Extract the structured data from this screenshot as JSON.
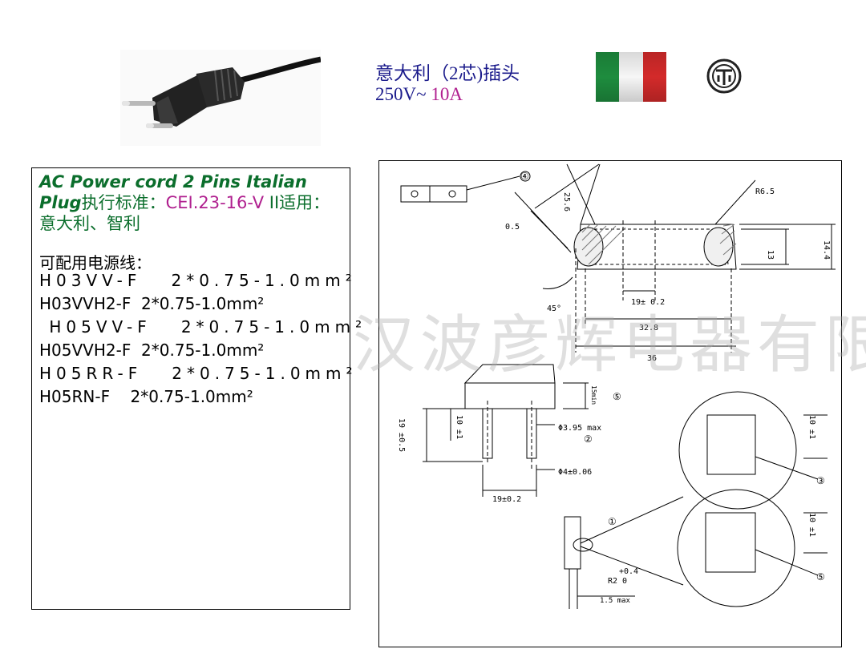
{
  "header": {
    "title": "意大利（2芯)插头",
    "voltage": "250V~",
    "current": "10A"
  },
  "flag": {
    "colors": [
      "#1e8c3e",
      "#ffffff",
      "#d32a2a"
    ]
  },
  "spec": {
    "title_en": "AC Power cord 2 Pins Italian Plug",
    "standard_label": "执行标准：",
    "standard_code": "CEI.23-16-V",
    "standard_suffix": " II适用：意大利、智利",
    "cords_heading": "可配用电源线：",
    "cords": [
      "H03VV-F   2*0.75-1.0mm²",
      "H03VVH2-F  2*0.75-1.0mm²",
      " H05VV-F   2*0.75-1.0mm²",
      "H05VVH2-F  2*0.75-1.0mm²",
      "H05RR-F   2*0.75-1.0mm²",
      "H05RN-F    2*0.75-1.0mm²"
    ]
  },
  "watermark": "汉波彦辉电器有限公司",
  "drawing": {
    "labels": {
      "d25_6": "25.6",
      "r6_5": "R6.5",
      "d0_5": "0.5",
      "d13": "13",
      "d14_4": "14.4",
      "d19": "19± 0.2",
      "d32_8": "32.8",
      "d36": "36",
      "a45": "45°",
      "d15min": "15min",
      "d19tol": "19 ±0.5",
      "d10a": "10 ±1",
      "dphi395": "Φ3.95 max",
      "dphi4": "Φ4±0.06",
      "d19b": "19±0.2",
      "d10b": "10 ±1",
      "d10c": "10 ±1",
      "d04": "+0.4",
      "r20": "R2 0",
      "d15max": "1.5 max",
      "n1": "①",
      "n2": "②",
      "n3": "③",
      "n4": "④",
      "n5a": "⑤",
      "n5b": "⑤"
    }
  }
}
